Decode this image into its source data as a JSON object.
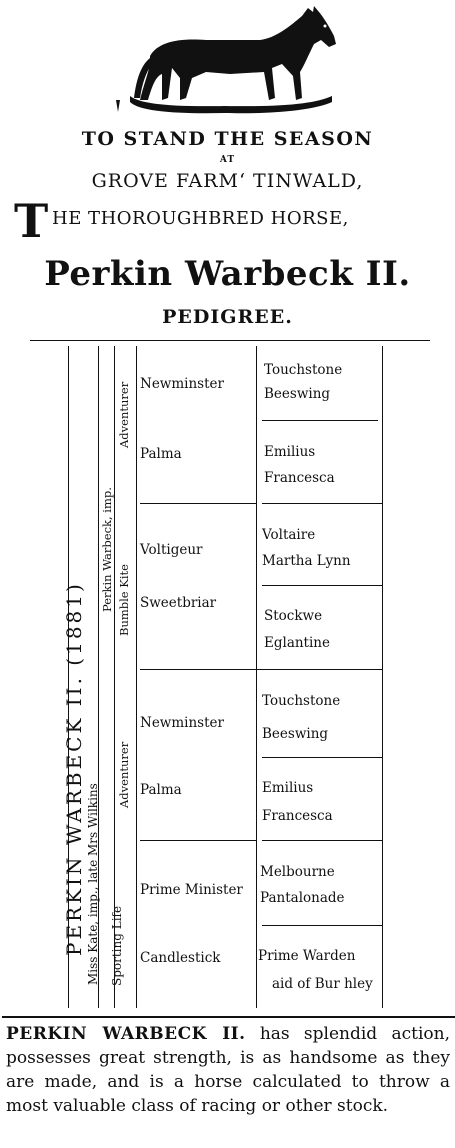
{
  "headline": {
    "line1": "TO STAND THE SEASON",
    "at": "AT",
    "line2": "GROVE FARM‘ TINWALD,",
    "big_initial": "T",
    "line3": "HE THOROUGHBRED HORSE,",
    "horse_name": "Perkin Warbeck II.",
    "pedigree": "PEDIGREE."
  },
  "pedigree": {
    "subject": "PERKIN WARBECK II. (1881)",
    "sire": "Perkin Warbeck, imp.",
    "dam": "Miss Kate, imp., late Mrs Wilkins",
    "sire_sire": "Adventurer",
    "sire_dam": "Bumble Kite",
    "dam_sire": "Adventurer",
    "dam_dam": "Sporting Life",
    "gen3": [
      "Newminster",
      "Palma",
      "Voltigeur",
      "Sweetbriar",
      "Newminster",
      "Palma",
      "Prime Minister",
      "Candlestick"
    ],
    "gen4": [
      "Touchstone",
      "Beeswing",
      "Emilius",
      "Francesca",
      "Voltaire",
      "Martha Lynn",
      "Stockwe",
      "Eglantine",
      "Touchstone",
      "Beeswing",
      "Emilius",
      "Francesca",
      "Melbourne",
      "Pantalonade",
      "Prime Warden",
      "aid of Bur hley"
    ]
  },
  "description": {
    "lead": "PERKIN WARBECK II.",
    "text": " has splendid action, possesses great strength, is as handsome as they are made, and is a horse calculated to throw a most valuable class of racing or other stock."
  }
}
